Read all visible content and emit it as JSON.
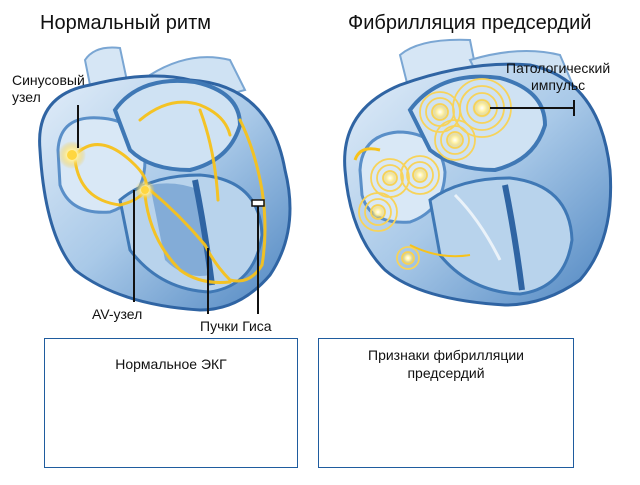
{
  "titles": {
    "left": "Нормальный ритм",
    "right": "Фибрилляция предсердий"
  },
  "labels": {
    "sinus_node_line1": "Синусовый",
    "sinus_node_line2": "узел",
    "av_node": "AV-узел",
    "his_bundle": "Пучки Гиса",
    "pathologic_line1": "Патологический",
    "pathologic_line2": "импульс"
  },
  "ecg": {
    "normal": {
      "title": "Нормальное ЭКГ"
    },
    "afib": {
      "title_line1": "Признаки фибрилляции",
      "title_line2": "предсердий"
    }
  },
  "colors": {
    "heart_light": "#cfe2f3",
    "heart_mid": "#8fb8dc",
    "heart_dark": "#3f78b5",
    "impulse": "#f7c21b",
    "ecg_line": "#e05a6a",
    "ecg_frame": "#1f5c9e"
  }
}
